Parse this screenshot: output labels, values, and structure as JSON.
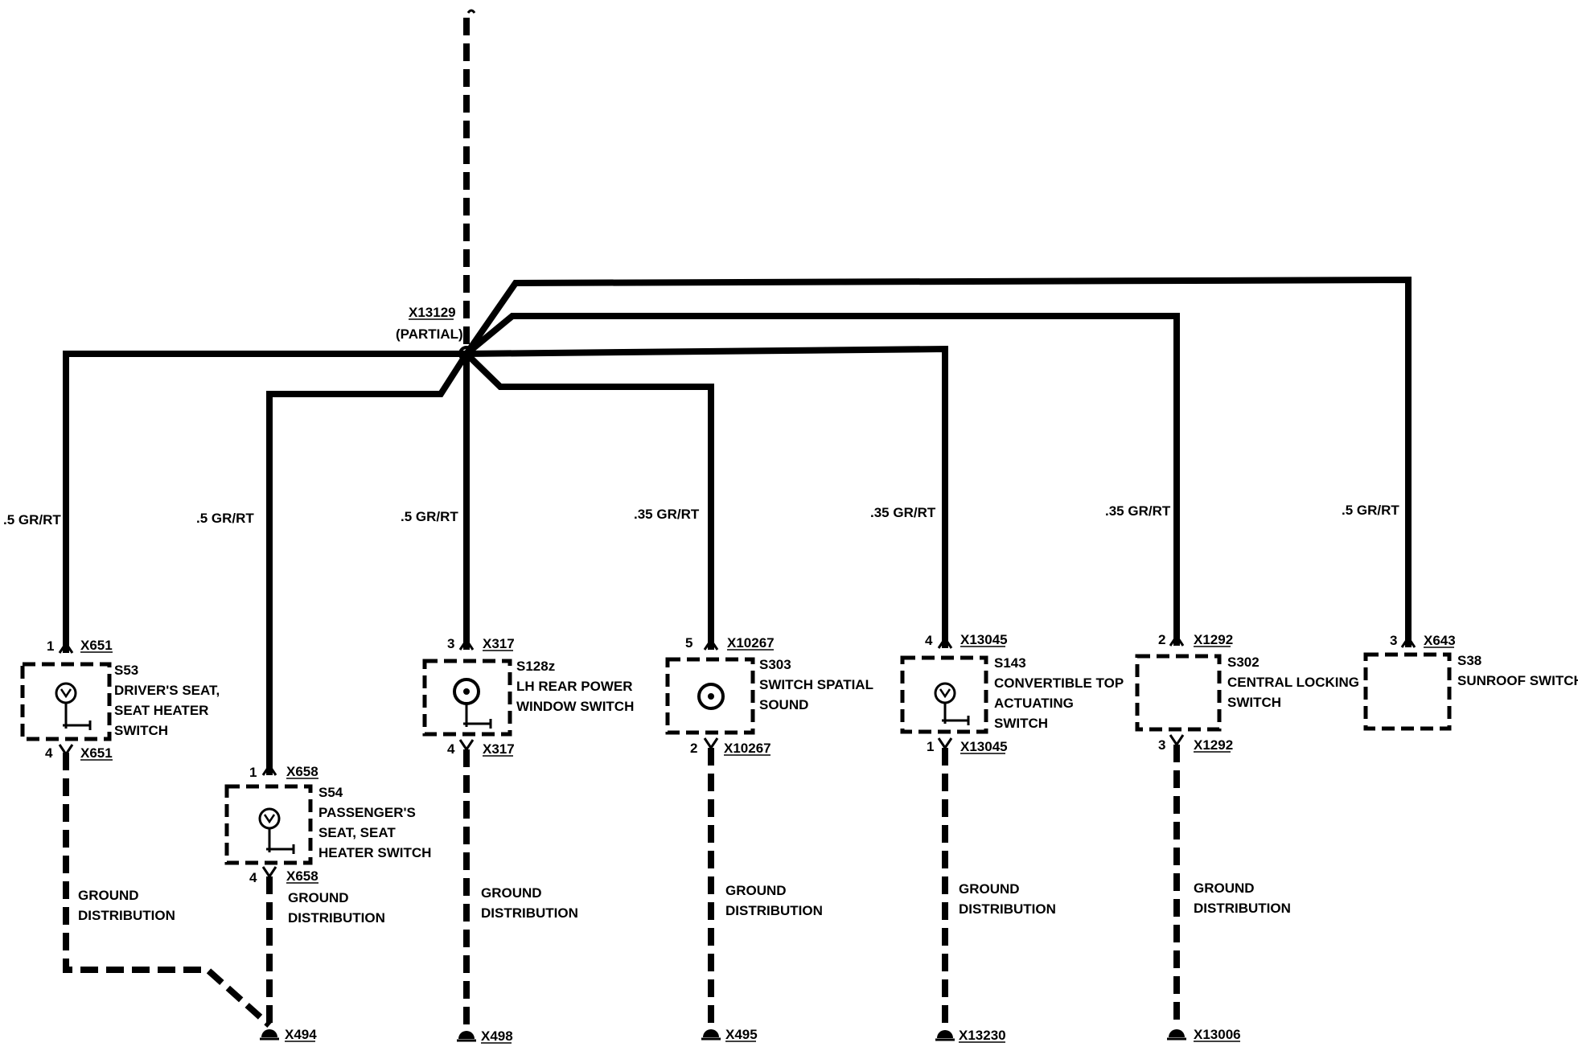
{
  "splice": {
    "id": "X13129",
    "note": "(PARTIAL)"
  },
  "wires": [
    {
      "gauge": ".5 GR/RT"
    },
    {
      "gauge": ".5 GR/RT"
    },
    {
      "gauge": ".5 GR/RT"
    },
    {
      "gauge": ".35 GR/RT"
    },
    {
      "gauge": ".35 GR/RT"
    },
    {
      "gauge": ".35 GR/RT"
    },
    {
      "gauge": ".5 GR/RT"
    }
  ],
  "components": [
    {
      "id": "S53",
      "lines": [
        "DRIVER'S SEAT,",
        "SEAT HEATER",
        "SWITCH"
      ],
      "icon": "seat-heater-icon",
      "top_pin": "1",
      "top_conn": "X651",
      "bottom_pin": "4",
      "bottom_conn": "X651"
    },
    {
      "id": "S54",
      "lines": [
        "PASSENGER'S",
        "SEAT, SEAT",
        "HEATER SWITCH"
      ],
      "icon": "seat-heater-icon",
      "top_pin": "1",
      "top_conn": "X658",
      "bottom_pin": "4",
      "bottom_conn": "X658"
    },
    {
      "id": "S128z",
      "lines": [
        "LH REAR POWER",
        "WINDOW SWITCH"
      ],
      "icon": "window-switch-icon",
      "top_pin": "3",
      "top_conn": "X317",
      "bottom_pin": "4",
      "bottom_conn": "X317"
    },
    {
      "id": "S303",
      "lines": [
        "SWITCH SPATIAL",
        "SOUND"
      ],
      "icon": "spatial-sound-icon",
      "top_pin": "5",
      "top_conn": "X10267",
      "bottom_pin": "2",
      "bottom_conn": "X10267"
    },
    {
      "id": "S143",
      "lines": [
        "CONVERTIBLE TOP",
        "ACTUATING",
        "SWITCH"
      ],
      "icon": "convertible-top-icon",
      "top_pin": "4",
      "top_conn": "X13045",
      "bottom_pin": "1",
      "bottom_conn": "X13045"
    },
    {
      "id": "S302",
      "lines": [
        "CENTRAL LOCKING",
        "SWITCH"
      ],
      "icon": "",
      "top_pin": "2",
      "top_conn": "X1292",
      "bottom_pin": "3",
      "bottom_conn": "X1292"
    },
    {
      "id": "S38",
      "lines": [
        "SUNROOF SWITCH"
      ],
      "icon": "",
      "top_pin": "3",
      "top_conn": "X643",
      "bottom_pin": "",
      "bottom_conn": ""
    }
  ],
  "grounds": [
    {
      "label": [
        "GROUND",
        "DISTRIBUTION"
      ]
    },
    {
      "label": [
        "GROUND",
        "DISTRIBUTION"
      ]
    },
    {
      "label": [
        "GROUND",
        "DISTRIBUTION"
      ]
    },
    {
      "label": [
        "GROUND",
        "DISTRIBUTION"
      ]
    },
    {
      "label": [
        "GROUND",
        "DISTRIBUTION"
      ]
    },
    {
      "label": [
        "GROUND",
        "DISTRIBUTION"
      ]
    }
  ],
  "ground_points": [
    "X494",
    "X498",
    "X495",
    "X13230",
    "X13006"
  ]
}
